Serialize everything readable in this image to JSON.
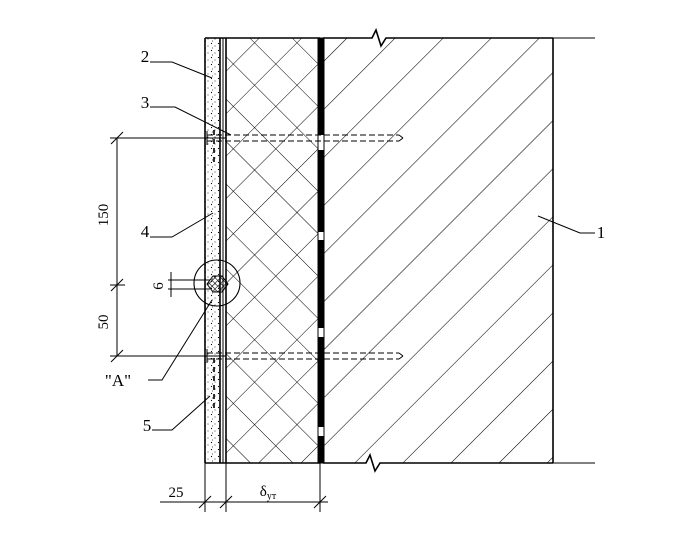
{
  "drawing": {
    "callouts": [
      "1",
      "2",
      "3",
      "4",
      "5"
    ],
    "detail_label": "\"A\"",
    "dimensions": {
      "spacing_upper": "150",
      "gap": "6",
      "spacing_lower": "50",
      "plaster_thickness": "25",
      "insulation_thickness_symbol": "δ",
      "insulation_thickness_subscript": "ут"
    }
  }
}
